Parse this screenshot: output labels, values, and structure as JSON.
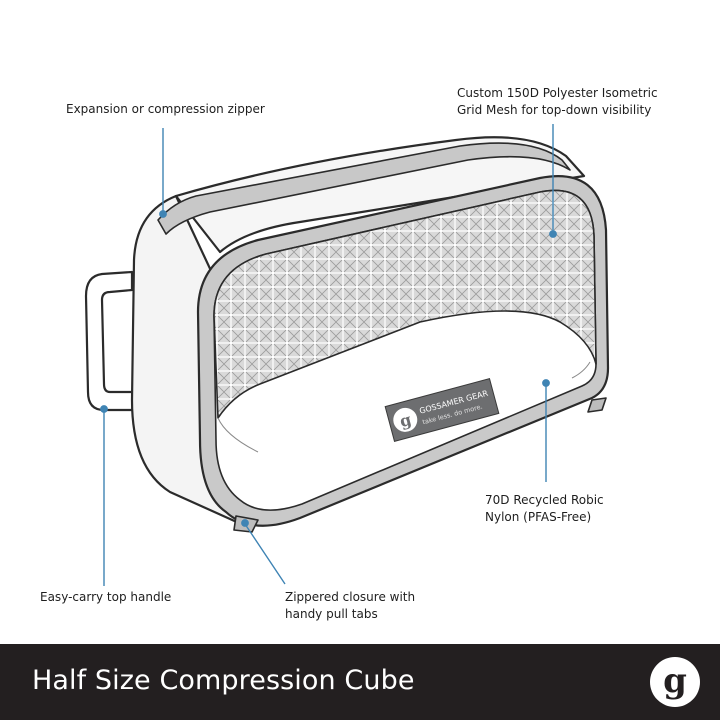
{
  "callouts": {
    "zipper": {
      "lines": [
        "Expansion or compression zipper"
      ]
    },
    "mesh": {
      "lines": [
        "Custom 150D Polyester Isometric",
        "Grid Mesh for top-down visibility"
      ]
    },
    "nylon": {
      "lines": [
        "70D Recycled Robic",
        "Nylon (PFAS-Free)"
      ]
    },
    "handle": {
      "lines": [
        "Easy-carry top handle"
      ]
    },
    "closure": {
      "lines": [
        "Zippered closure with",
        "handy pull tabs"
      ]
    }
  },
  "product_label": {
    "brand": "GOSSAMER GEAR",
    "tagline": "take less. do more.",
    "logo_letter": "g"
  },
  "footer": {
    "title": "Half Size Compression Cube",
    "logo_letter": "g"
  },
  "colors": {
    "footer_bg": "#231f20",
    "leader_line": "#3f84b4",
    "outline": "#2b2b2b",
    "zipper_band": "#c8c8c8",
    "mesh_bg": "#dcdcdc",
    "label_bg": "#6d6e70"
  }
}
